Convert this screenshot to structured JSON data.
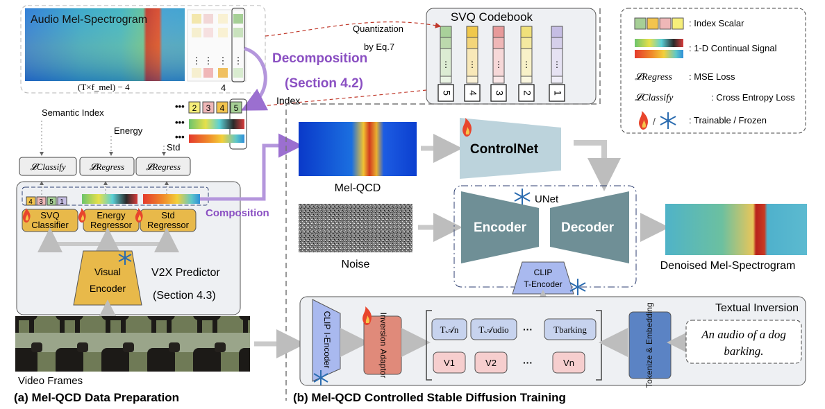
{
  "colors": {
    "purple_accent": "#8a4fc2",
    "panel_fill": "#eef0f3",
    "gold_block": "#e8b94a",
    "blue_block": "#9fb4c9",
    "teal_block": "#6f8f96",
    "pink_block": "#e08a7a",
    "periwinkle": "#a9b9ef",
    "red_arrow": "#c0392b"
  },
  "spectrogram": {
    "title": "Audio Mel-Spectrogram",
    "dim_label": "(T×f_mel) − 4",
    "dim_label_side": "4"
  },
  "codebook": {
    "title": "SVQ Codebook",
    "quantization": "Quantization",
    "by_eq": "by Eq.7",
    "index_numbers": [
      "5",
      "4",
      "3",
      "2",
      "1"
    ],
    "dots": "⋮"
  },
  "decomposition": {
    "label": "Decomposition",
    "section": "(Section 4.2)",
    "index_label": "Index"
  },
  "signals": {
    "semantic_index": "Semantic Index",
    "energy": "Energy",
    "std": "Std",
    "index_chips": [
      "2",
      "3",
      "4",
      "5"
    ],
    "dots": "•••"
  },
  "losses": {
    "classify": "𝓛Classify",
    "regress_1": "𝓛Regress",
    "regress_2": "𝓛Regress"
  },
  "predictor": {
    "chips": [
      "4",
      "3",
      "5",
      "1"
    ],
    "svq_classifier": [
      "SVQ",
      "Classifier"
    ],
    "energy_regressor": [
      "Energy",
      "Regressor"
    ],
    "std_regressor": [
      "Std",
      "Regressor"
    ],
    "visual_encoder": [
      "Visual",
      "Encoder"
    ],
    "name": "V2X Predictor",
    "section": "(Section 4.3)",
    "composition": "Composition"
  },
  "legend": {
    "items": [
      {
        "label": ": Index Scalar"
      },
      {
        "label": ": 1-D Continual Signal"
      },
      {
        "sym": "𝓛Regress",
        "label": ": MSE Loss"
      },
      {
        "sym": "𝓛Classify",
        "label": ": Cross Entropy Loss"
      },
      {
        "label": ": Trainable / Frozen"
      }
    ]
  },
  "diffusion": {
    "mel_qcd": "Mel-QCD",
    "noise": "Noise",
    "controlnet": "ControlNet",
    "unet": "UNet",
    "encoder": "Encoder",
    "decoder": "Decoder",
    "clip_t": [
      "CLIP",
      "T-Encoder"
    ],
    "denoised": "Denoised Mel-Spectrogram"
  },
  "textual_inversion": {
    "title": "Textual Inversion",
    "clip_i": [
      "CLIP",
      "I-Encoder"
    ],
    "inversion_adaptor": [
      "Inversion",
      "Adaptor"
    ],
    "tokens_t": [
      "T𝒜n",
      "T𝒜udio",
      "Tbarking"
    ],
    "tokens_v": [
      "V1",
      "V2",
      "Vn"
    ],
    "ellipsis": "···",
    "tokenize": [
      "Tokenize &",
      "Embedding"
    ],
    "prompt": [
      "An audio of a dog",
      "barking."
    ]
  },
  "captions": {
    "video_frames": "Video Frames",
    "part_a": "(a)  Mel-QCD  Data  Preparation",
    "part_b": "(b)  Mel-QCD  Controlled  Stable  Diffusion  Training"
  }
}
